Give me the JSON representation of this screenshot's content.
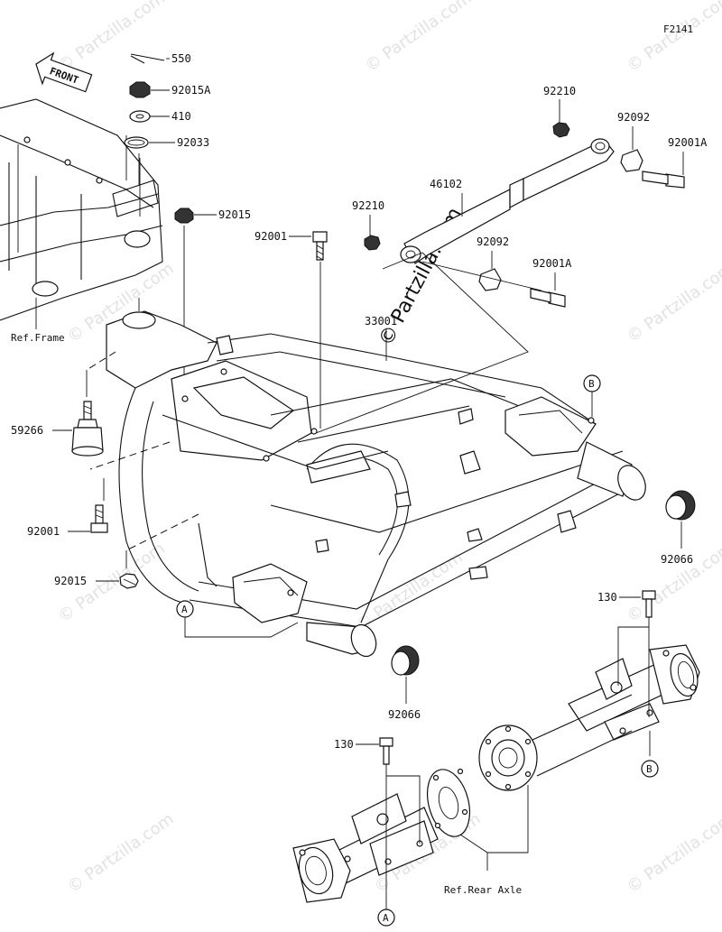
{
  "figure_code": "F2141",
  "front_label": "FRONT",
  "watermark": "© Partzilla.com",
  "ref_labels": {
    "frame": "Ref.Frame",
    "rear_axle": "Ref.Rear Axle"
  },
  "part_numbers": {
    "p550": "550",
    "p92015A": "92015A",
    "p410": "410",
    "p92033": "92033",
    "p92015_top": "92015",
    "p92001_top": "92001",
    "p92210_top": "92210",
    "p92092_top": "92092",
    "p92001A_top": "92001A",
    "p46102": "46102",
    "p92210_mid": "92210",
    "p92092_mid": "92092",
    "p92001A_mid": "92001A",
    "p33001": "33001",
    "p59266": "59266",
    "p92001_left": "92001",
    "p92015_left": "92015",
    "p92066_right": "92066",
    "p92066_bottom": "92066",
    "p130_right": "130",
    "p130_left": "130"
  },
  "callouts": {
    "a_left": "A",
    "a_bottom": "A",
    "b_top": "B",
    "b_right": "B"
  }
}
